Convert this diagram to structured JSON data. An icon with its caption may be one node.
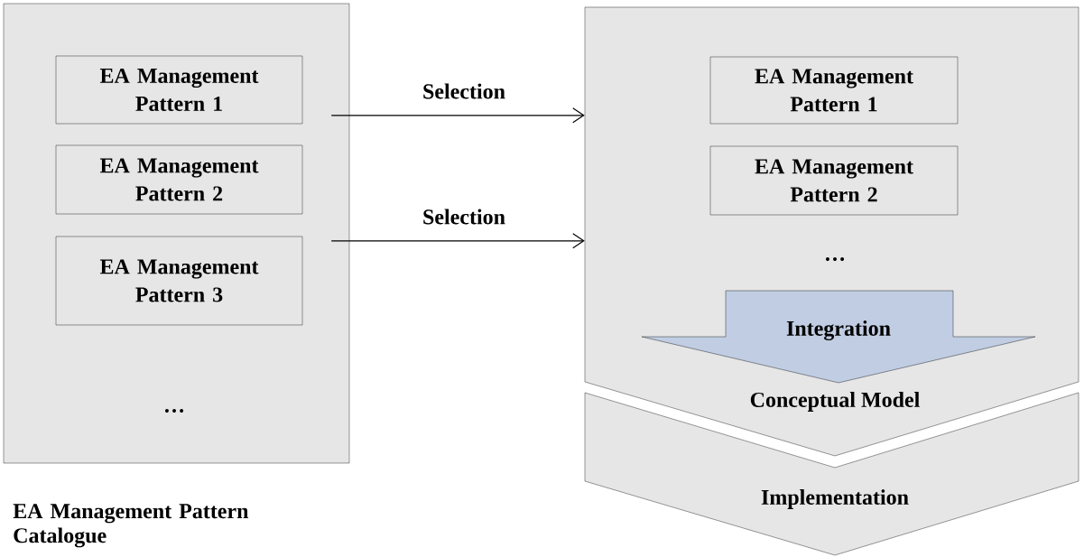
{
  "diagram": {
    "nodes": [
      {
        "text": [
          "EA Management Pattern Catalogue"
        ]
      },
      {
        "text": [
          "EA Management Pattern 1"
        ],
        "in": 0
      },
      {
        "text": [
          "EA Management Pattern 2"
        ],
        "in": 0
      },
      {
        "text": [
          "EA Management Pattern 3"
        ],
        "in": 0
      },
      {
        "text": [
          "Conceptual Model"
        ]
      },
      {
        "text": [
          "EA Management Pattern 1"
        ],
        "in": 4
      },
      {
        "text": [
          "EA Management Pattern 2"
        ],
        "in": 4
      },
      {
        "text": [
          "Integration"
        ],
        "in": 4
      },
      {
        "text": [
          "Implementation"
        ]
      }
    ],
    "edges": [
      {
        "from": 0,
        "to": 4,
        "arrow": "to",
        "label": "Selection"
      },
      {
        "from": 0,
        "to": 4,
        "arrow": "to",
        "label": "Selection"
      }
    ],
    "labels": [
      "…",
      "…"
    ]
  }
}
